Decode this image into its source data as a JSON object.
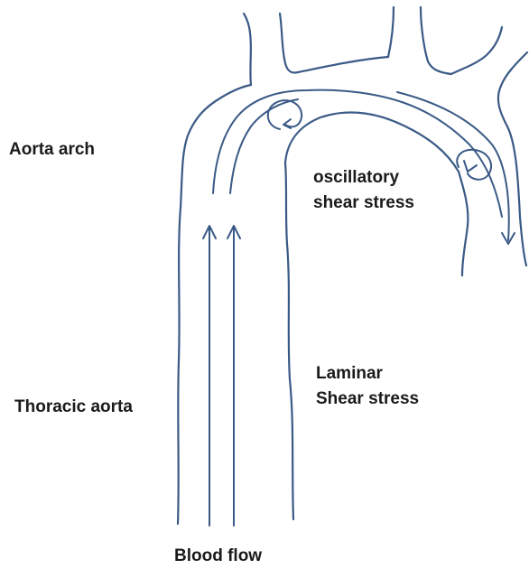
{
  "labels": {
    "aorta_arch": "Aorta arch",
    "oscillatory_line1": "oscillatory",
    "oscillatory_line2": "shear stress",
    "laminar_line1": "Laminar",
    "laminar_line2": "Shear stress",
    "thoracic_aorta": "Thoracic aorta",
    "blood_flow": "Blood flow"
  },
  "colors": {
    "stroke": "#3a5a86",
    "text": "#1a1a1a"
  }
}
